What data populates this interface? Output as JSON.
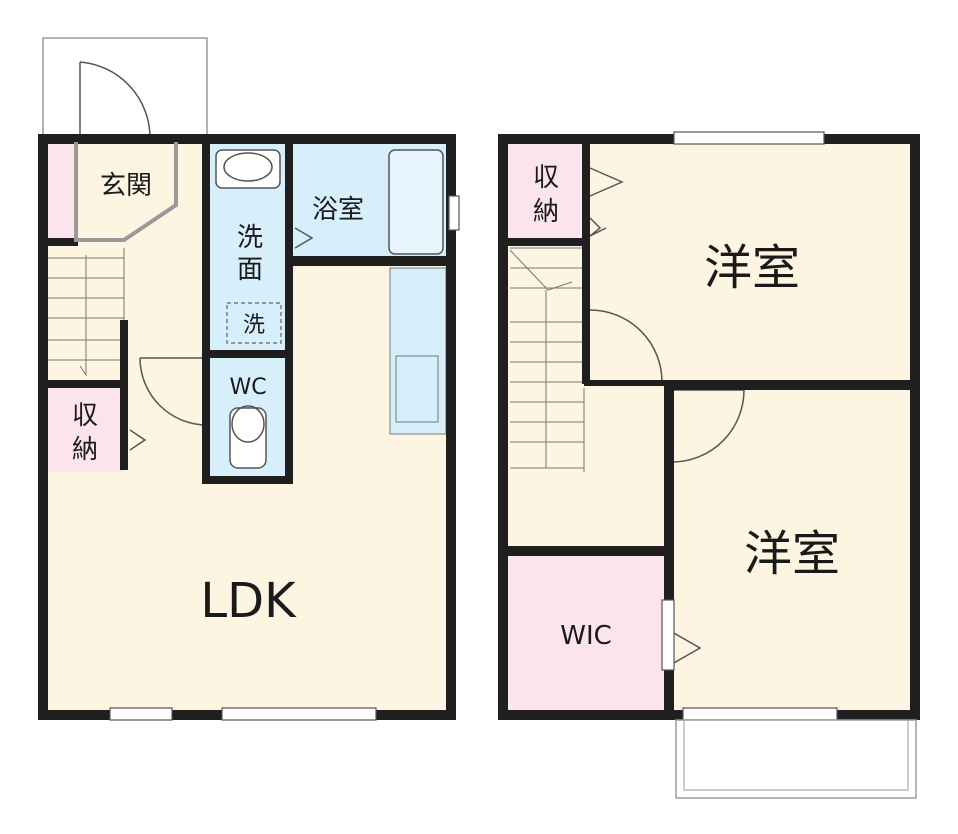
{
  "floor1": {
    "entrance": "玄関",
    "wash_line1": "洗",
    "wash_line2": "面",
    "washer": "洗",
    "bath": "浴室",
    "wc": "WC",
    "storage_line1": "収",
    "storage_line2": "納",
    "ldk": "LDK"
  },
  "floor2": {
    "storage_line1": "収",
    "storage_line2": "納",
    "western_room_1": "洋室",
    "western_room_2": "洋室",
    "wic": "WIC"
  },
  "colors": {
    "wall": "#1f1f1f",
    "living": "#fdf5e2",
    "wet": "#d7eefb",
    "storage": "#fbe4ec",
    "outline": "#8a8a8a"
  }
}
